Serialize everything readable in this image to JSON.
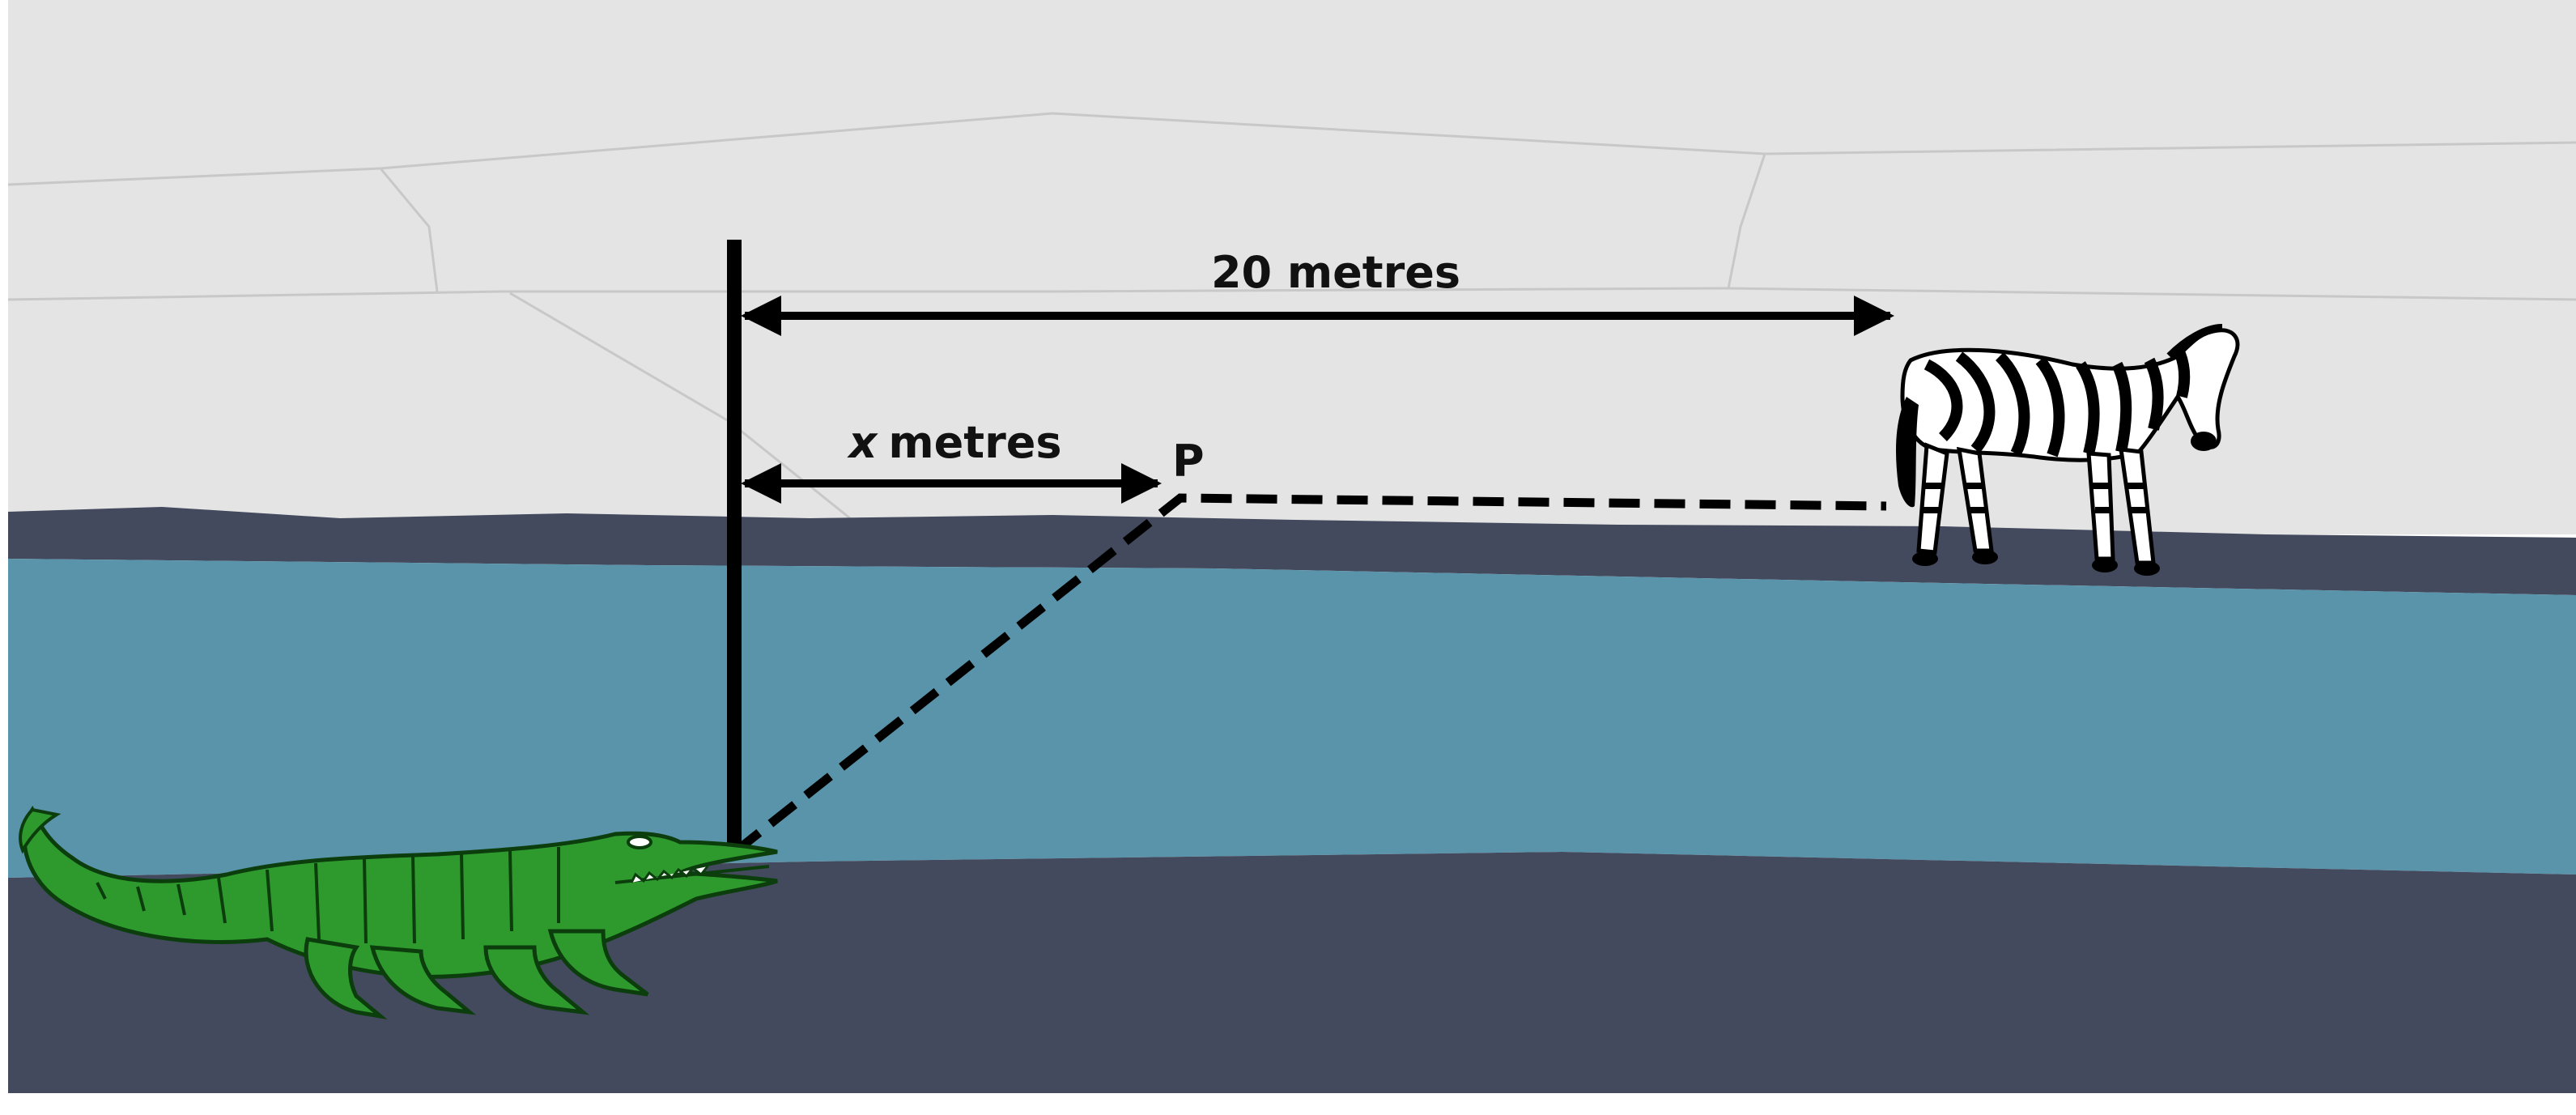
{
  "diagram": {
    "distance_total": {
      "value": "20",
      "unit": "metres",
      "text": "20 metres"
    },
    "distance_x": {
      "variable": "x",
      "unit": "metres"
    },
    "point_label": "P",
    "animals": {
      "left": "crocodile",
      "right": "zebra"
    }
  },
  "colors": {
    "sky": "#e4e4e4",
    "far_bank": "#434a5e",
    "river": "#5a94aa",
    "near_bank": "#434a5e",
    "crocodile": "#2e9a2e",
    "lines": "#000000"
  },
  "icons": {
    "left_animal": "crocodile-icon",
    "right_animal": "zebra-icon"
  }
}
